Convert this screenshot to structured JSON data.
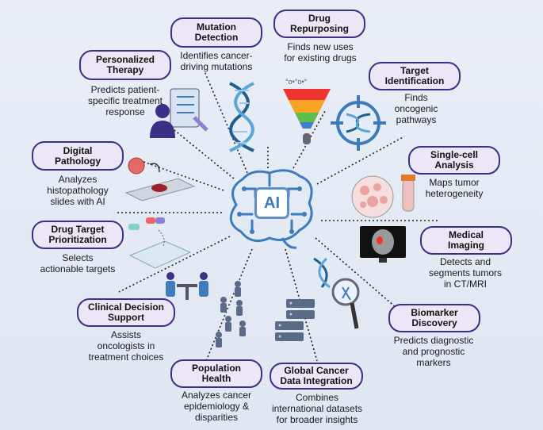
{
  "center": {
    "label": "AI"
  },
  "items": [
    {
      "key": "mutation",
      "title": "Mutation\nDetection",
      "desc": "Identifies cancer-\ndriving mutations"
    },
    {
      "key": "repurposing",
      "title": "Drug\nRepurposing",
      "desc": "Finds new uses\nfor existing drugs"
    },
    {
      "key": "personalized",
      "title": "Personalized\nTherapy",
      "desc": "Predicts patient-\nspecific treatment\nresponse"
    },
    {
      "key": "target",
      "title": "Target\nIdentification",
      "desc": "Finds\noncogenic\npathways"
    },
    {
      "key": "pathology",
      "title": "Digital\nPathology",
      "desc": "Analyzes\nhistopathology\nslides with AI"
    },
    {
      "key": "singlecell",
      "title": "Single-cell\nAnalysis",
      "desc": "Maps tumor\nheterogeneity"
    },
    {
      "key": "prioritization",
      "title": "Drug Target\nPrioritization",
      "desc": "Selects\nactionable targets"
    },
    {
      "key": "imaging",
      "title": "Medical\nImaging",
      "desc": "Detects and\nsegments tumors\nin CT/MRI"
    },
    {
      "key": "clinical",
      "title": "Clinical Decision\nSupport",
      "desc": "Assists\noncologists in\ntreatment choices"
    },
    {
      "key": "biomarker",
      "title": "Biomarker\nDiscovery",
      "desc": "Predicts diagnostic\nand prognostic\nmarkers"
    },
    {
      "key": "population",
      "title": "Population\nHealth",
      "desc": "Analyzes cancer\nepidemiology &\ndisparities"
    },
    {
      "key": "global",
      "title": "Global Cancer\nData Integration",
      "desc": "Combines\ninternational datasets\nfor broader insights"
    }
  ],
  "colors": {
    "pill_border": "#3b2f86",
    "pill_fill": "#ece6f7",
    "brain": "#3d7bbd",
    "connector": "#222222"
  },
  "icons": [
    "dna-icon",
    "funnel-icon",
    "patient-checklist-icon",
    "target-dna-icon",
    "slide-icon",
    "petri-dish-icon",
    "pipette-plate-icon",
    "mri-monitor-icon",
    "doctors-meeting-icon",
    "magnifier-dna-icon",
    "people-icon",
    "servers-icon",
    "ai-brain-icon"
  ]
}
